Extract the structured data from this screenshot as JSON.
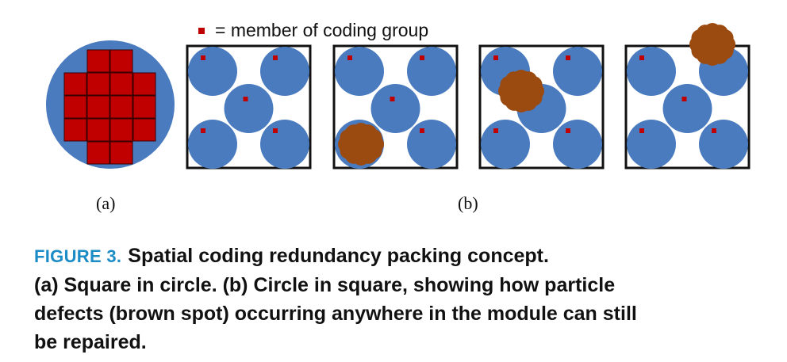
{
  "legend": {
    "text": "= member of coding group",
    "marker_color": "#c00000"
  },
  "panel_labels": {
    "a": "(a)",
    "b": "(b)"
  },
  "caption": {
    "number": "FIGURE 3.",
    "line1": "Spatial coding redundancy packing concept.",
    "line2": "(a) Square in circle. (b) Circle in square, showing how particle",
    "line3": "defects (brown spot) occurring anywhere in the module can still",
    "line4": "be repaired."
  },
  "colors": {
    "circle": "#4a7bbf",
    "square_fill": "#c00000",
    "defect": "#9b4a10",
    "caption_number": "#1c8cc6"
  },
  "panel_b_defect_locations": [
    "none",
    "lower-left circle",
    "center circle",
    "top-right corner"
  ]
}
